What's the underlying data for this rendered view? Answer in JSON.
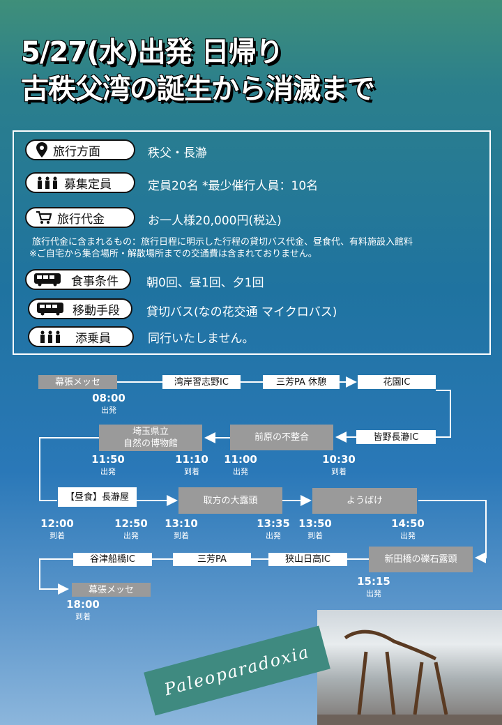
{
  "title": {
    "line1": "5/27(水)出発  日帰り",
    "line2": "古秩父湾の誕生から消滅まで"
  },
  "info": [
    {
      "icon": "map-pin-icon",
      "label": "旅行方面",
      "value": "秩父・長瀞"
    },
    {
      "icon": "people-icon",
      "label": "募集定員",
      "value": "定員20名  *最少催行人員：10名"
    },
    {
      "icon": "cart-icon",
      "label": "旅行代金",
      "value": "お一人様20,000円(税込)"
    },
    {
      "icon": "bus-icon",
      "label": "食事条件",
      "value": "朝0回、昼1回、夕1回"
    },
    {
      "icon": "bus-icon",
      "label": "移動手段",
      "value": "貸切バス(なの花交通  マイクロバス)"
    },
    {
      "icon": "people-icon",
      "label": "添乗員",
      "value": "同行いたしません。"
    }
  ],
  "notes": {
    "line1": "旅行代金に含まれるもの：旅行日程に明示した行程の貸切バス代金、昼食代、有料施設入館料",
    "line2": "※ご自宅から集合場所・解散場所までの交通費は含まれておりません。"
  },
  "route": {
    "n1": "幕張メッセ",
    "n2": "湾岸習志野IC",
    "n3": "三芳PA  休憩",
    "n4": "花園IC",
    "n5": "皆野長瀞IC",
    "n6": "前原の不整合",
    "n7a": "埼玉県立",
    "n7b": "自然の博物館",
    "n8": "【昼食】長瀞屋",
    "n9": "取方の大露頭",
    "n10": "ようばけ",
    "n11": "新田橋の礫石露頭",
    "n12": "狭山日高IC",
    "n13": "三芳PA",
    "n14": "谷津船橋IC",
    "n15": "幕張メッセ"
  },
  "times": [
    {
      "time": "08:00",
      "label": "出発"
    },
    {
      "time": "10:30",
      "label": "到着"
    },
    {
      "time": "11:00",
      "label": "出発"
    },
    {
      "time": "11:10",
      "label": "到着"
    },
    {
      "time": "11:50",
      "label": "出発"
    },
    {
      "time": "12:00",
      "label": "到着"
    },
    {
      "time": "12:50",
      "label": "出発"
    },
    {
      "time": "13:10",
      "label": "到着"
    },
    {
      "time": "13:35",
      "label": "出発"
    },
    {
      "time": "13:50",
      "label": "到着"
    },
    {
      "time": "14:50",
      "label": "出発"
    },
    {
      "time": "15:15",
      "label": "出発"
    },
    {
      "time": "18:00",
      "label": "到着"
    }
  ],
  "photo_caption": "Paleoparadoxia"
}
